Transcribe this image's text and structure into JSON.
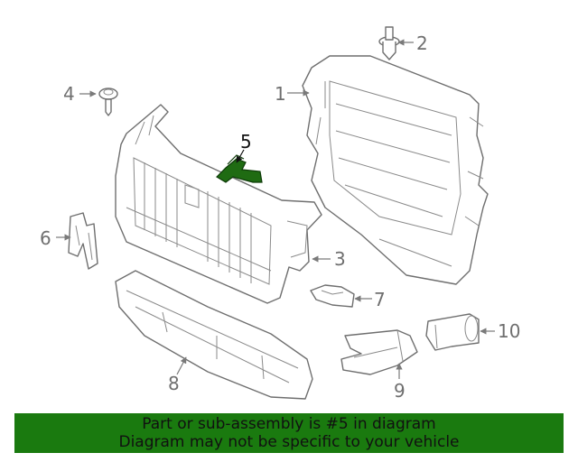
{
  "callouts": {
    "c1": "1",
    "c2": "2",
    "c3": "3",
    "c4": "4",
    "c5": "5",
    "c6": "6",
    "c7": "7",
    "c8": "8",
    "c9": "9",
    "c10": "10"
  },
  "banner": {
    "line1": "Part or sub-assembly is #5 in diagram",
    "line2": "Diagram may not be specific to your vehicle"
  },
  "colors": {
    "highlight": "#1f6b12",
    "banner_bg": "#1a7a0f"
  },
  "highlighted_part": "5"
}
